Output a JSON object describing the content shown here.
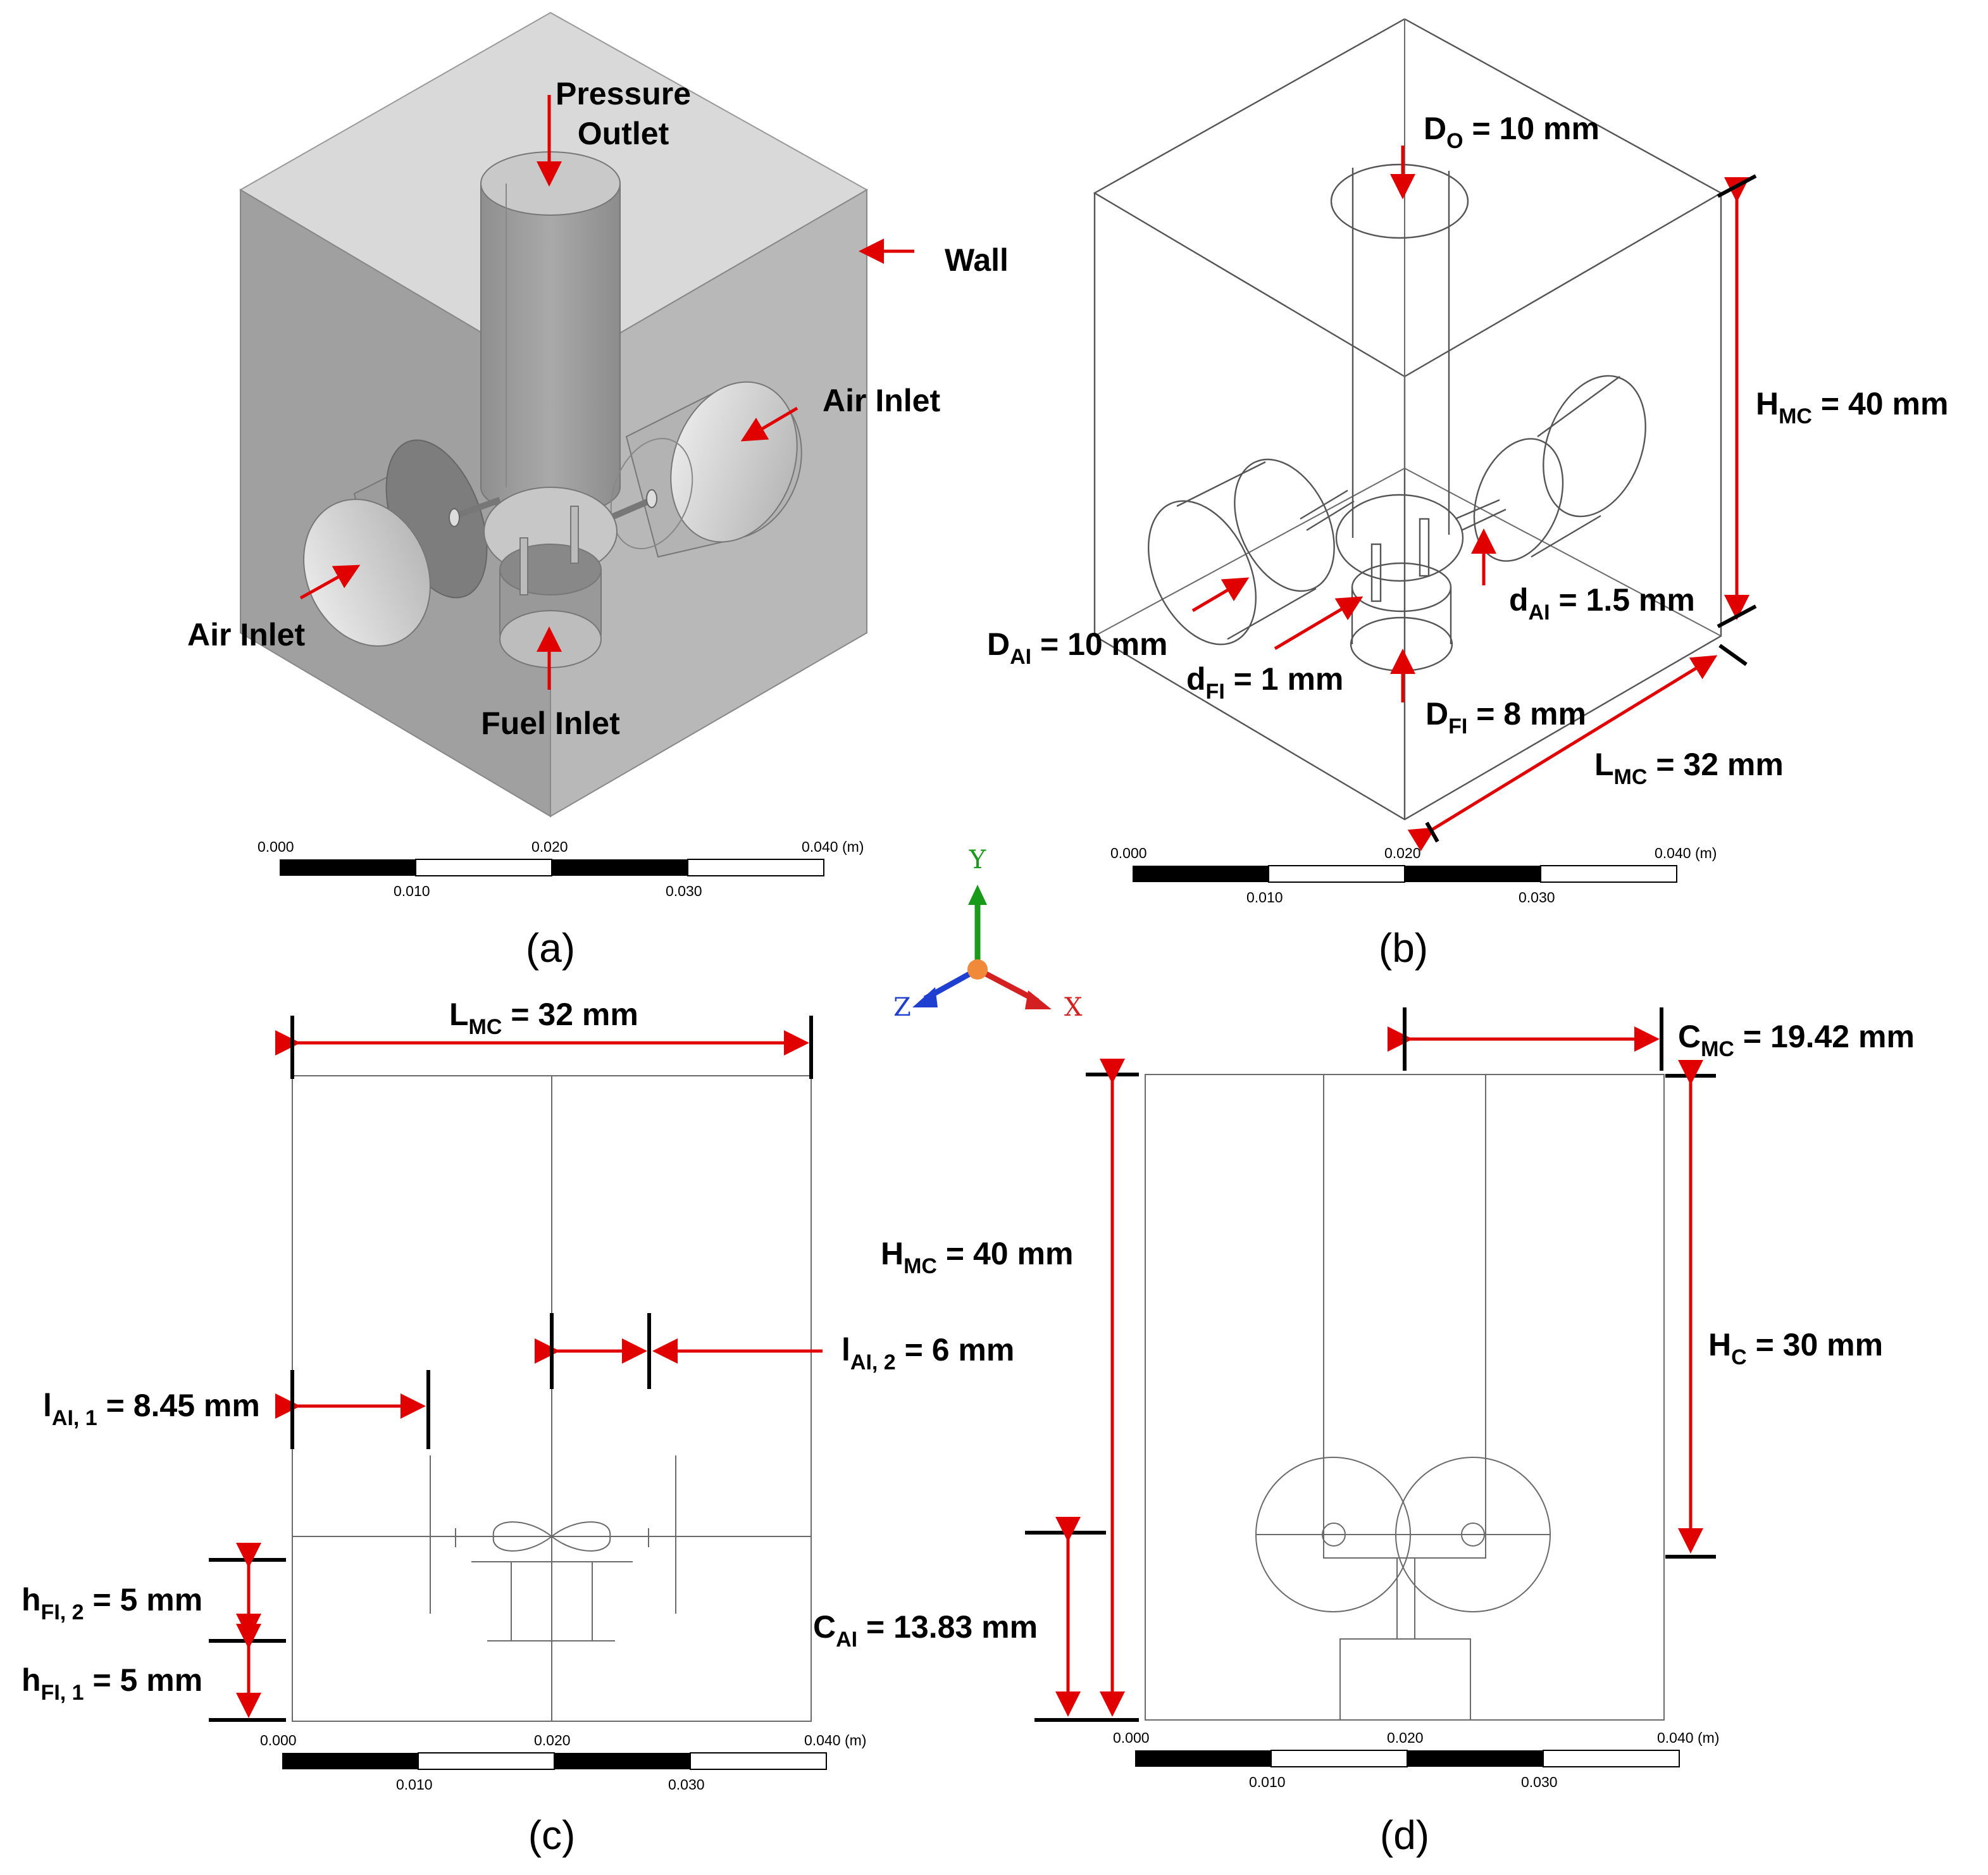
{
  "panels": {
    "a": {
      "caption": "(a)",
      "labels": {
        "pressure_outlet_1": "Pressure",
        "pressure_outlet_2": "Outlet",
        "wall": "Wall",
        "air_inlet_right": "Air Inlet",
        "air_inlet_left": "Air Inlet",
        "fuel_inlet": "Fuel Inlet"
      }
    },
    "b": {
      "caption": "(b)",
      "dims": {
        "d_o": {
          "main": "D",
          "sub": "O",
          "value": " = 10 mm"
        },
        "h_mc": {
          "main": "H",
          "sub": "MC",
          "value": " = 40 mm"
        },
        "d_ai_big": {
          "main": "D",
          "sub": "AI",
          "value": " = 10 mm"
        },
        "d_ai_small": {
          "main": "d",
          "sub": "AI",
          "value": " = 1.5 mm"
        },
        "d_fi_small": {
          "main": "d",
          "sub": "FI",
          "value": " = 1 mm"
        },
        "d_fi_big": {
          "main": "D",
          "sub": "FI",
          "value": " = 8 mm"
        },
        "l_mc": {
          "main": "L",
          "sub": "MC",
          "value": " = 32 mm"
        }
      }
    },
    "c": {
      "caption": "(c)",
      "dims": {
        "l_mc": {
          "main": "L",
          "sub": "MC",
          "value": " = 32 mm"
        },
        "l_ai2": {
          "main": "l",
          "sub": "AI, 2",
          "value": " = 6 mm"
        },
        "l_ai1": {
          "main": "l",
          "sub": "AI, 1",
          "value": " = 8.45 mm"
        },
        "h_fi2": {
          "main": "h",
          "sub": "FI, 2",
          "value": " = 5 mm"
        },
        "h_fi1": {
          "main": "h",
          "sub": "FI, 1",
          "value": " = 5 mm"
        },
        "c_ai": {
          "main": "C",
          "sub": "AI",
          "value": " = 13.83 mm"
        }
      }
    },
    "d": {
      "caption": "(d)",
      "dims": {
        "c_mc": {
          "main": "C",
          "sub": "MC",
          "value": " = 19.42 mm"
        },
        "h_mc": {
          "main": "H",
          "sub": "MC",
          "value": " = 40 mm"
        },
        "h_c": {
          "main": "H",
          "sub": "C",
          "value": " = 30 mm"
        }
      }
    }
  },
  "scale_bar": {
    "top_labels": [
      "0.000",
      "0.020",
      "0.040 (m)"
    ],
    "bottom_labels": [
      "0.010",
      "0.030"
    ]
  },
  "axes_triad": {
    "x": "X",
    "y": "Y",
    "z": "Z",
    "colors": {
      "x": "#d42020",
      "y": "#1a9a1a",
      "z": "#1f3fd0",
      "origin": "#f08a3a"
    }
  }
}
